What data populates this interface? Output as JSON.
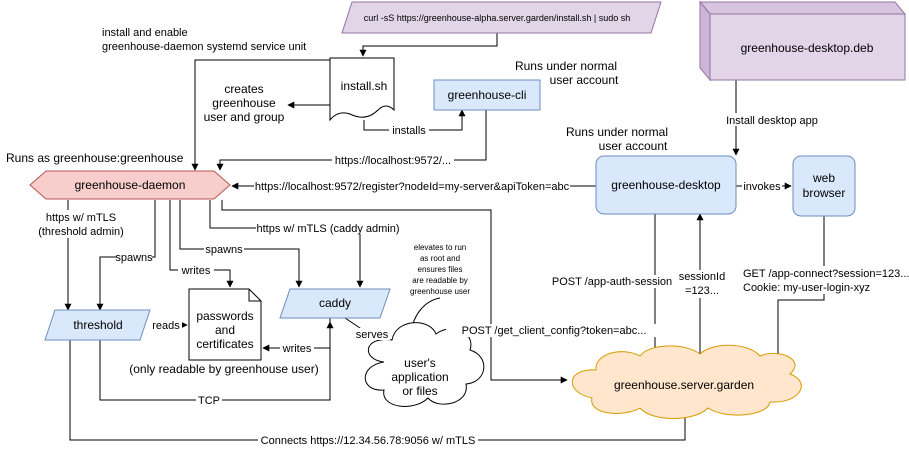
{
  "nodes": {
    "install_cmd": {
      "label": "curl -sS https://greenhouse-alpha.server.garden/install.sh | sudo sh",
      "fill": "#e1d5e7",
      "stroke": "#9673a6"
    },
    "install_sh": {
      "label": "install.sh"
    },
    "greenhouse_cli": {
      "label": "greenhouse-cli",
      "fill": "#dae8fc",
      "stroke": "#6c8ebf"
    },
    "desktop_deb": {
      "label": "greenhouse-desktop.deb",
      "fill": "#e1d5e7",
      "stroke": "#9673a6"
    },
    "daemon": {
      "label": "greenhouse-daemon",
      "fill": "#f8cecc",
      "stroke": "#b85450"
    },
    "desktop": {
      "label": "greenhouse-desktop",
      "fill": "#dae8fc",
      "stroke": "#6c8ebf"
    },
    "web_browser": {
      "lines": [
        "web",
        "browser"
      ],
      "fill": "#dae8fc",
      "stroke": "#6c8ebf"
    },
    "threshold": {
      "label": "threshold",
      "fill": "#dae8fc",
      "stroke": "#6c8ebf"
    },
    "passwords": {
      "lines": [
        "passwords",
        "and",
        "certificates"
      ]
    },
    "caddy": {
      "label": "caddy",
      "fill": "#dae8fc",
      "stroke": "#6c8ebf"
    },
    "user_files": {
      "lines": [
        "user's",
        "application",
        "or files"
      ]
    },
    "server": {
      "label": "greenhouse.server.garden",
      "fill": "#ffe6cc",
      "stroke": "#d79b00"
    }
  },
  "labels": {
    "install_enable": [
      "install and enable",
      "greenhouse-daemon systemd service unit"
    ],
    "creates_user": [
      "creates",
      "greenhouse",
      "user and group"
    ],
    "installs": "installs",
    "runs_normal_1": [
      "Runs under normal",
      "user account"
    ],
    "runs_normal_2": [
      "Runs under normal",
      "user account"
    ],
    "runs_as_greenhouse": "Runs as greenhouse:greenhouse",
    "install_desktop_app": "Install desktop app",
    "cli_localhost": "https://localhost:9572/...",
    "register": "https://localhost:9572/register?nodeId=my-server&apiToken=abc",
    "invokes": "invokes",
    "https_mtls_threshold": [
      "https w/ mTLS",
      "(threshold admin)"
    ],
    "https_mtls_caddy": "https w/ mTLS (caddy admin)",
    "spawns_threshold": "spawns",
    "spawns_caddy": "spawns",
    "writes_daemon": "writes",
    "reads": "reads",
    "writes_caddy": "writes",
    "serves": "serves",
    "only_readable": "(only readable by greenhouse user)",
    "elevates": [
      "elevates to run",
      "as root and",
      "ensures files",
      "are readable by",
      "greenhouse user"
    ],
    "post_app_auth": "POST /app-auth-session",
    "session_id": [
      "sessionId",
      "=123..."
    ],
    "get_client_config": "POST /get_client_config?token=abc...",
    "get_app_connect": [
      "GET /app-connect?session=123...",
      "Cookie: my-user-login-xyz"
    ],
    "tcp": "TCP",
    "connects": "Connects https://12.34.56.78:9056 w/ mTLS"
  }
}
